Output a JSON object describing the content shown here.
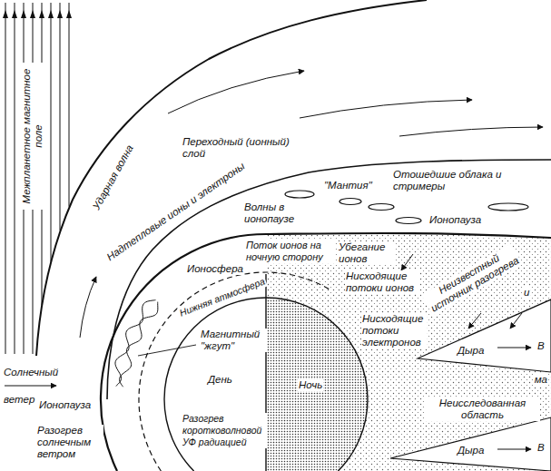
{
  "diagram": {
    "labels": [
      "Межпланетное магнитное поле",
      "Ударная волна",
      "Переходный (ионный) слой",
      "Надтепловые ионы и электроны",
      "\"Мантия\"",
      "Отошедшие облака и стримеры",
      "Ионопауза",
      "Волны в ионопаузе",
      "Поток ионов на ночную сторону",
      "Ионосфера",
      "Нижняя атмосфера",
      "Магнитный \"жгут\"",
      "Солнечный ветер",
      "Ионопауза",
      "Разогрев солнечным ветром",
      "Разогрев коротковолновой УФ радиацией",
      "День",
      "Ночь",
      "Убегание ионов",
      "Неизвестный источник разогрева",
      "Нисходящие потоки ионов",
      "Нисходящие потоки электронов",
      "и",
      "Дыра",
      "В",
      "ма",
      "Неисследованная область",
      "Дыра",
      "В"
    ]
  }
}
